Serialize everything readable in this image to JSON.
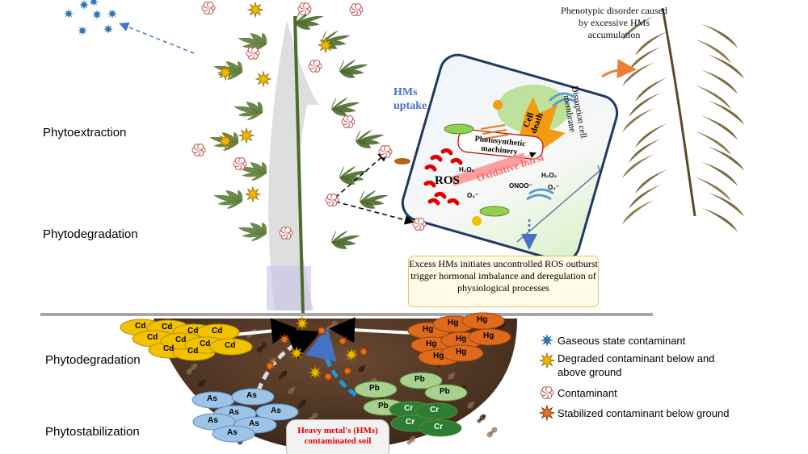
{
  "left_labels": [
    "Phytoextraction",
    "Phytodegradation",
    "Phytodegradation",
    "Phytostabilization"
  ],
  "phenotype_note": "Phenotypic disorder caused by excessive HMs accumulation",
  "uptake_label": "HMs uptake",
  "cell": {
    "photosynthetic": "Photosynthetic machinery",
    "cell_death": "Cell death",
    "ros": "ROS",
    "oxidative_burst": "Oxidative burst",
    "h2o2": "H₂O₂",
    "onoo": "ONOO⁻",
    "o2": "O₂⁻",
    "membrane": "Disruption cell membrane"
  },
  "note_box": "Excess HMs initiates uncontrolled ROS outburst trigger hormonal imbalance and deregulation of physiological processes",
  "metals": {
    "cd": "Cd",
    "hg": "Hg",
    "as": "As",
    "pb": "Pb",
    "cr": "Cr"
  },
  "soil_label": "Heavy metal's (HMs) contaminated soil",
  "legend": [
    {
      "icon": "blue-star-icon",
      "text": "Gaseous state contaminant"
    },
    {
      "icon": "yellow-star-icon",
      "text": "Degraded contaminant below and above ground"
    },
    {
      "icon": "flower-icon",
      "text": "Contaminant"
    },
    {
      "icon": "orange-star-icon",
      "text": "Stabilized contaminant below ground"
    }
  ],
  "colors": {
    "cd": "#f2c200",
    "hg": "#e06a1b",
    "as": "#9dc3e6",
    "pb": "#a9d18e",
    "cr": "#2e7d32",
    "gaseous": "#2e75b6",
    "accent": "#4472c4"
  }
}
